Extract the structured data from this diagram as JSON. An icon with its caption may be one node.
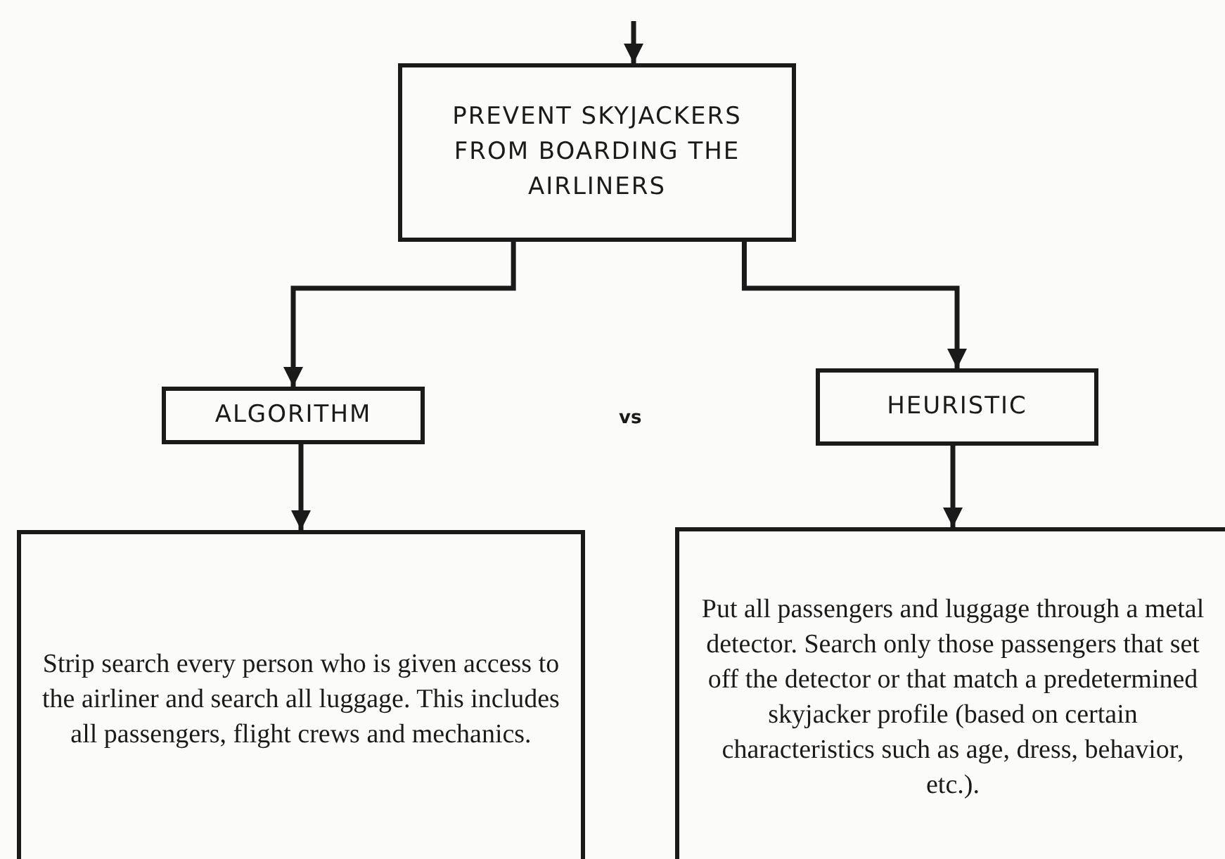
{
  "diagram": {
    "nodes": [
      {
        "text": [
          "PREVENT SKYJACKERS FROM BOARDING THE AIRLINERS"
        ]
      },
      {
        "text": [
          "ALGORITHM"
        ]
      },
      {
        "text": [
          "HEURISTIC"
        ]
      },
      {
        "text": [
          "Strip search every person who is given access to the airliner and search all luggage. This includes all passengers, flight crews and mechanics."
        ]
      },
      {
        "text": [
          "Put all passengers and luggage through a metal detector. Search only those passengers that set off the detector or that match a predetermined skyjacker profile (based on certain characteristics such as age, dress, behavior, etc.)."
        ]
      }
    ],
    "edges": [
      {
        "from": null,
        "to": 0,
        "arrow": "to"
      },
      {
        "from": 0,
        "to": 1,
        "arrow": "to"
      },
      {
        "from": 0,
        "to": 2,
        "arrow": "to"
      },
      {
        "from": 1,
        "to": 3,
        "arrow": "to"
      },
      {
        "from": 2,
        "to": 4,
        "arrow": "to"
      }
    ],
    "labels": [
      "vs"
    ]
  }
}
